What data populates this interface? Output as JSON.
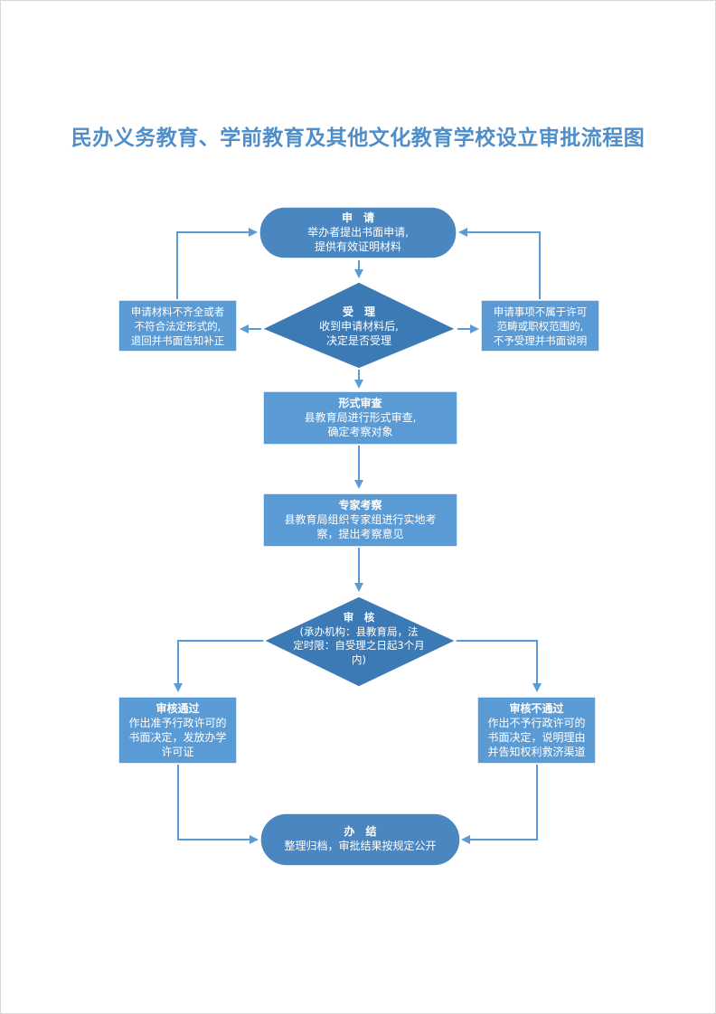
{
  "title": "民办义务教育、学前教育及其他文化教育学校设立审批流程图",
  "nodes": {
    "apply": {
      "title": "申　请",
      "lines": [
        "举办者提出书面申请,",
        "提供有效证明材料"
      ]
    },
    "accept": {
      "title": "受　理",
      "lines": [
        "收到申请材料后,",
        "决定是否受理"
      ]
    },
    "reject_incomplete": {
      "title": "",
      "lines": [
        "申请材料不齐全或者",
        "不符合法定形式的,",
        "退回并书面告知补正"
      ]
    },
    "reject_scope": {
      "title": "",
      "lines": [
        "申请事项不属于许可",
        "范畴或职权范围的,",
        "不予受理并书面说明"
      ]
    },
    "formal_review": {
      "title": "形式审查",
      "lines": [
        "县教育局进行形式审查,",
        "确定考察对象"
      ]
    },
    "expert_review": {
      "title": "专家考察",
      "lines": [
        "县教育局组织专家组进行实地考",
        "察，提出考察意见"
      ]
    },
    "audit": {
      "title": "审　核",
      "lines": [
        "(承办机构：县教育局，法",
        "定时限：自受理之日起3个月",
        "内)"
      ]
    },
    "pass": {
      "title": "审核通过",
      "lines": [
        "作出准予行政许可的",
        "书面决定，发放办学",
        "许可证"
      ]
    },
    "fail": {
      "title": "审核不通过",
      "lines": [
        "作出不予行政许可的",
        "书面决定，说明理由",
        "并告知权利救济渠道"
      ]
    },
    "finish": {
      "title": "办　结",
      "lines": [
        "整理归档，审批结果按规定公开"
      ]
    }
  },
  "colors": {
    "title": "#4f8ec9",
    "box": "#5b9bd5",
    "dark": "#3a78b4",
    "arrow": "#5b9bd5",
    "border": "#ffffff"
  }
}
